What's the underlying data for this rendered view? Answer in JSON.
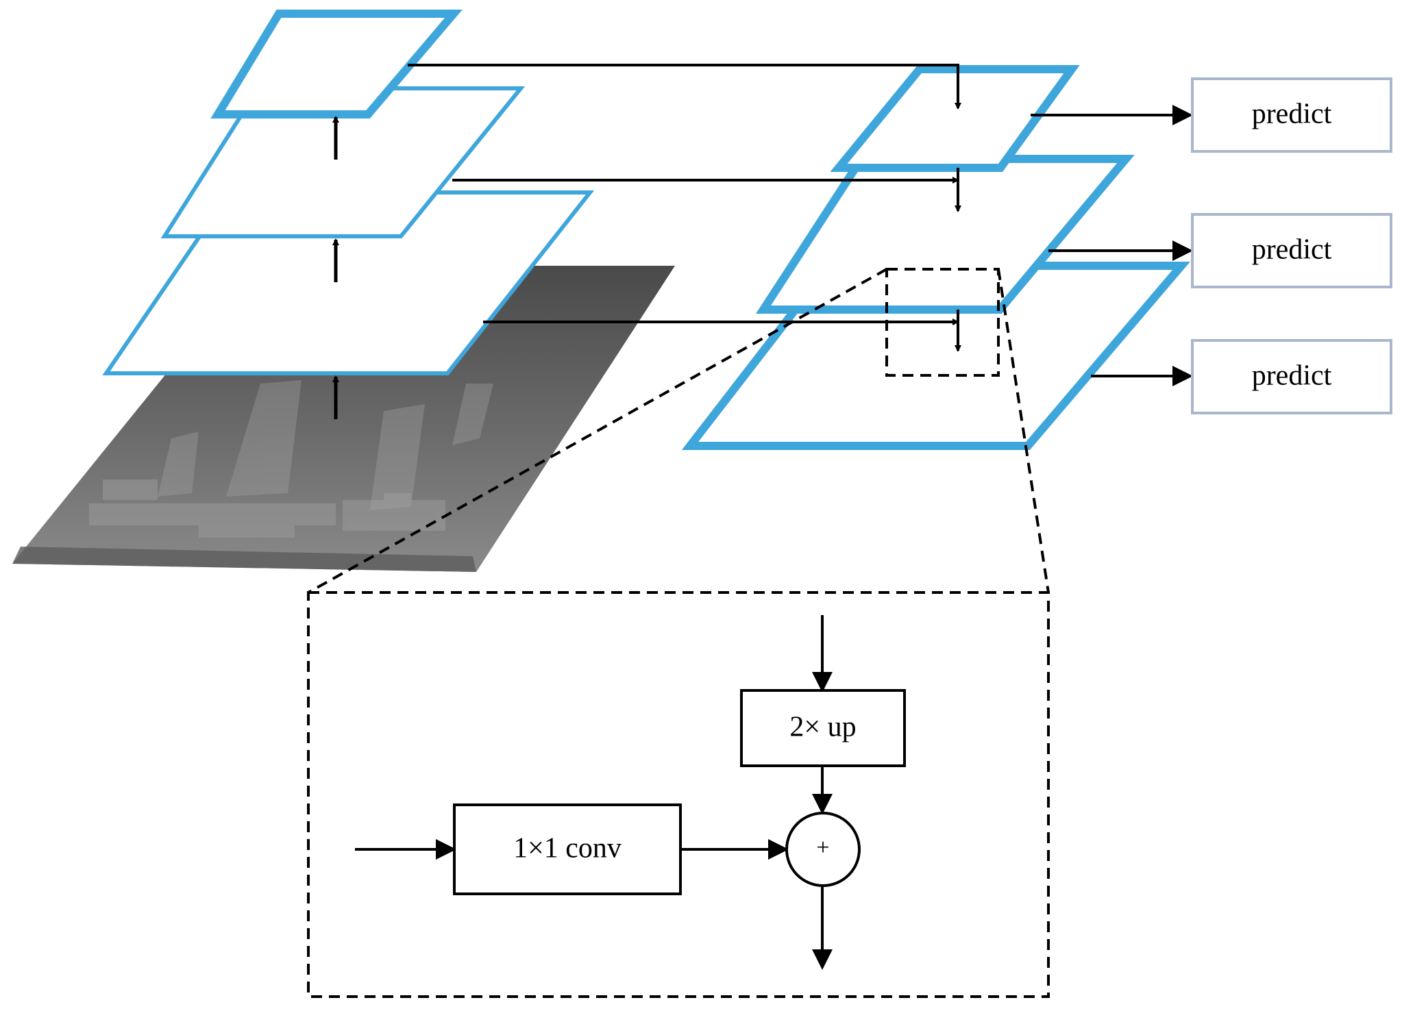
{
  "colors": {
    "layer_stroke": "#3fa6dc",
    "predict_box_stroke": "#a9b6cb",
    "line": "#000000",
    "input_image_dark": "#4a4a4a",
    "input_image_light": "#8a8a8a"
  },
  "predict_boxes": [
    {
      "label": "predict"
    },
    {
      "label": "predict"
    },
    {
      "label": "predict"
    }
  ],
  "detail": {
    "upsample_label": "2× up",
    "lateral_conv_label": "1×1 conv",
    "merge_symbol": "+"
  }
}
